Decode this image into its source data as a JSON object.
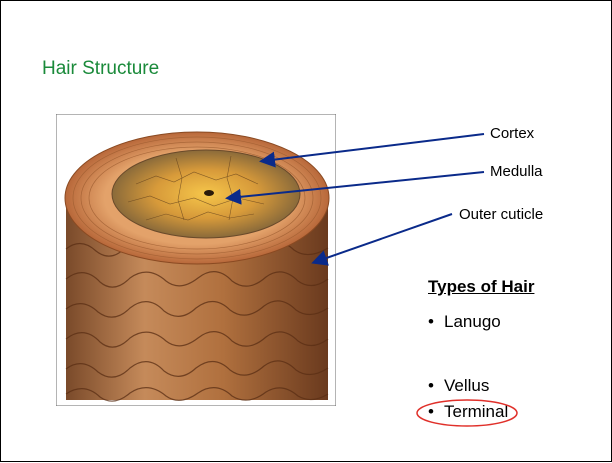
{
  "slide": {
    "title": "Hair Structure",
    "labels": {
      "cortex": "Cortex",
      "medulla": "Medulla",
      "outer_cuticle": "Outer cuticle"
    },
    "types_heading": "Types of Hair",
    "bullet_symbol": "•",
    "types": [
      "Lanugo",
      "Vellus",
      "Terminal"
    ],
    "highlighted_type": "Terminal"
  },
  "colors": {
    "title": "#1a8a3a",
    "arrow": "#0a2a8a",
    "highlight_circle": "#e0302a",
    "hair_shaft": "#b5703f",
    "cortex_ring": "#d9925b",
    "medulla_core": "#f2c24a"
  }
}
